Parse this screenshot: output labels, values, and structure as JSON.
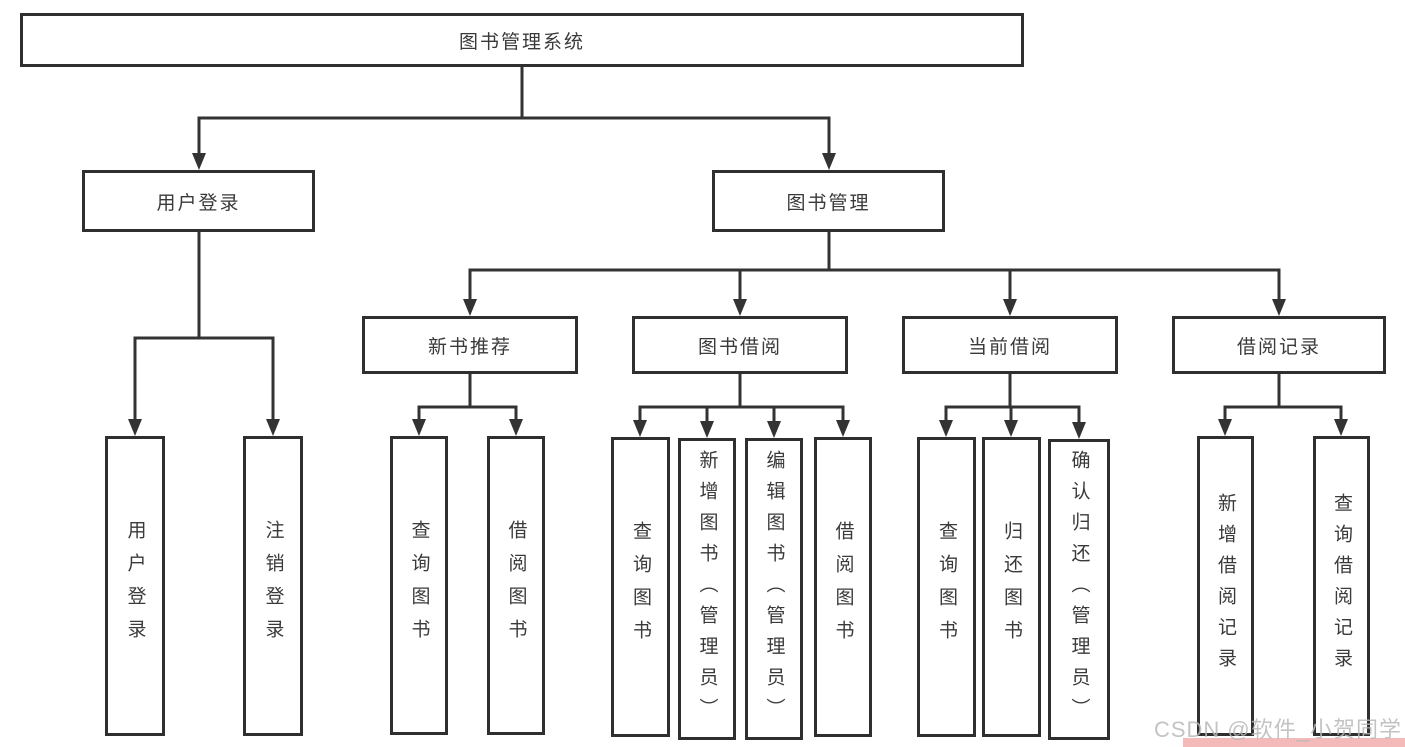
{
  "diagram": {
    "root": {
      "label": "图书管理系统"
    },
    "level2": [
      {
        "label": "用户登录"
      },
      {
        "label": "图书管理"
      }
    ],
    "login_children": [
      "用户登录",
      "注销登录"
    ],
    "groups": [
      {
        "label": "新书推荐",
        "children": [
          "查询图书",
          "借阅图书"
        ]
      },
      {
        "label": "图书借阅",
        "children": [
          "查询图书",
          "新增图书（管理员）",
          "编辑图书（管理员）",
          "借阅图书"
        ]
      },
      {
        "label": "当前借阅",
        "children": [
          "查询图书",
          "归还图书",
          "确认归还（管理员）"
        ]
      },
      {
        "label": "借阅记录",
        "children": [
          "新增借阅记录",
          "查询借阅记录"
        ]
      }
    ]
  },
  "watermark": {
    "text": "CSDN @软件_小贺同学"
  },
  "colors": {
    "line": "#333333",
    "box_border": "#2f2f2f",
    "text": "#3a3a3a",
    "watermark_text": "#b9b9b9",
    "watermark_bar": "#f4b9b9",
    "background": "#ffffff"
  }
}
